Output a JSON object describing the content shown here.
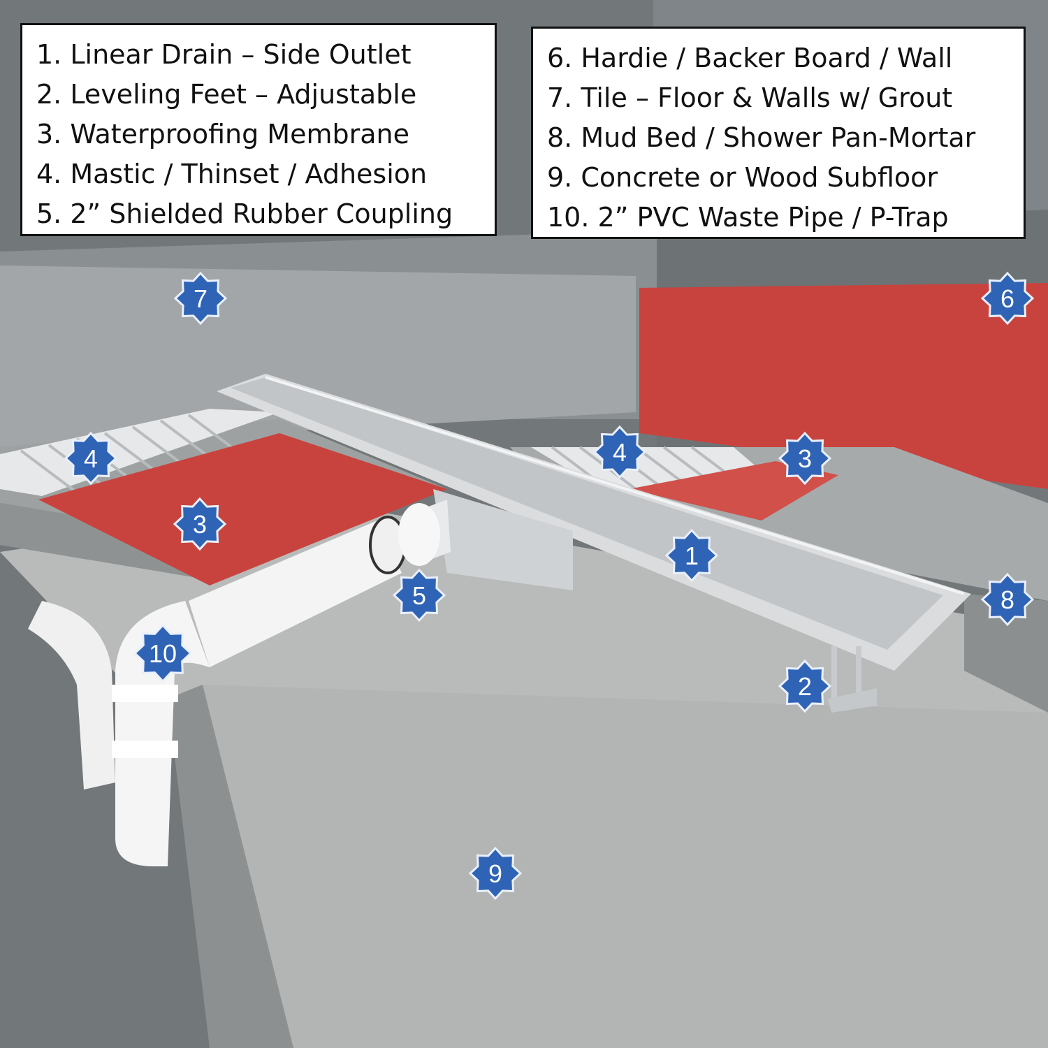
{
  "legend_left": {
    "items": [
      "1.  Linear Drain – Side Outlet",
      "2.  Leveling Feet – Adjustable",
      "3.  Waterproofing Membrane",
      "4.  Mastic / Thinset / Adhesion",
      "5.  2” Shielded Rubber Coupling"
    ]
  },
  "legend_right": {
    "items": [
      "6.  Hardie / Backer Board / Wall",
      "7.  Tile – Floor & Walls w/ Grout",
      "8.  Mud Bed / Shower Pan-Mortar",
      "9.  Concrete or Wood Subfloor",
      "10.  2” PVC  Waste Pipe / P-Trap"
    ]
  },
  "badges": {
    "b1": "1",
    "b2": "2",
    "b3a": "3",
    "b3b": "3",
    "b4a": "4",
    "b4b": "4",
    "b5": "5",
    "b6": "6",
    "b7": "7",
    "b8": "8",
    "b9": "9",
    "b10": "10"
  },
  "colors": {
    "membrane": "#c9433e",
    "badge_fill": "#2f63b6",
    "badge_stroke": "#e9f0fb",
    "concrete": "#b8bab9",
    "wall": "#6f7477",
    "pvc": "#f2f2f2",
    "drain_steel": "#c4c7c9"
  }
}
